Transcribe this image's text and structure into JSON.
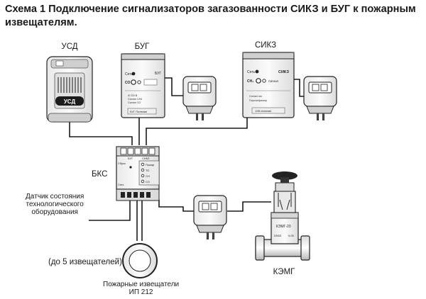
{
  "title": "Схема 1  Подключение сигнализаторов загазованности СИКЗ и БУГ к пожарным извещателям.",
  "labels": {
    "usd": "УСД",
    "bug": "БУГ",
    "sikz": "СИКЗ",
    "bks": "БКС",
    "sensor": "Датчик состояния\nтехнологического\nоборудования",
    "up_to": "(до 5 извещателей)",
    "fire": "Пожарные извещатели\nИП 212",
    "kemg": "КЭМГ"
  },
  "device_text": {
    "usd_badge": "УСД",
    "bug_set": [
      "Сеть",
      "СО",
      "БУГ",
      "Ø 220 В",
      "Сигнал СН4",
      "Сигнал СО",
      "БУГ Питание"
    ],
    "sikz_set": [
      "Сеть",
      "CH₄",
      "Сигнал",
      "СИКЗ",
      "Сигнал газ",
      "Пороги/фильтр",
      "12В питание"
    ],
    "bks_terms": [
      "БУГ",
      "СИКЗ"
    ],
    "bks_leds": [
      "Пожар",
      "ТО",
      "СН",
      "СО"
    ],
    "bks_side": [
      "Сброс",
      "Сеть"
    ],
    "kemg_plate": [
      "КЭМГ-20",
      "DN20",
      "0,05"
    ]
  },
  "colors": {
    "line": "#1a1a1a",
    "device": "#f4f4f4",
    "shade": "#bdbdbd"
  }
}
